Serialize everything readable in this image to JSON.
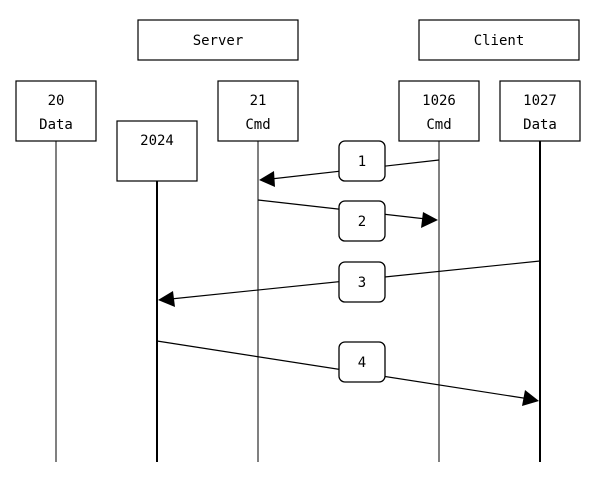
{
  "groups": [
    {
      "id": "server",
      "label": "Server"
    },
    {
      "id": "client",
      "label": "Client"
    }
  ],
  "participants": [
    {
      "id": "p20",
      "lines": [
        "20",
        "Data"
      ]
    },
    {
      "id": "p2024",
      "lines": [
        "2024"
      ]
    },
    {
      "id": "p21",
      "lines": [
        "21",
        "Cmd"
      ]
    },
    {
      "id": "p1026",
      "lines": [
        "1026",
        "Cmd"
      ]
    },
    {
      "id": "p1027",
      "lines": [
        "1027",
        "Data"
      ]
    }
  ],
  "messages": [
    {
      "step": "1",
      "from": "p1026",
      "to": "p21"
    },
    {
      "step": "2",
      "from": "p21",
      "to": "p1026"
    },
    {
      "step": "3",
      "from": "p1027",
      "to": "p2024"
    },
    {
      "step": "4",
      "from": "p2024",
      "to": "p1027"
    }
  ]
}
